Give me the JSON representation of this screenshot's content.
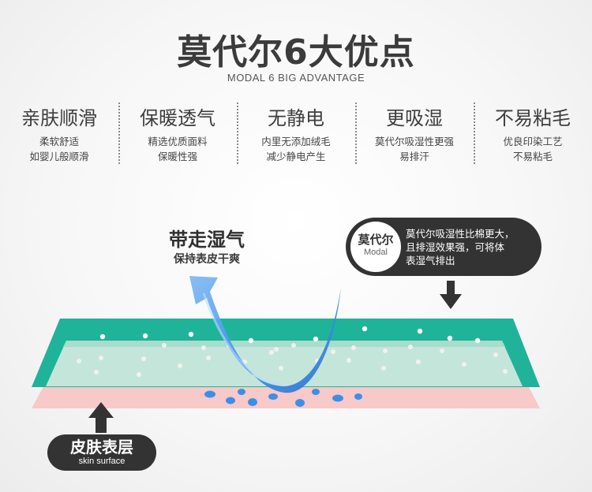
{
  "header": {
    "title": "莫代尔6大优点",
    "subtitle": "MODAL 6 BIG ADVANTAGE"
  },
  "features": [
    {
      "title": "亲肤顺滑",
      "line1": "柔软舒适",
      "line2": "如婴儿般顺滑"
    },
    {
      "title": "保暖透气",
      "line1": "精选优质面料",
      "line2": "保暖性强"
    },
    {
      "title": "无静电",
      "line1": "内里无添加绒毛",
      "line2": "减少静电产生"
    },
    {
      "title": "更吸湿",
      "line1": "莫代尔吸湿性更强",
      "line2": "易排汗"
    },
    {
      "title": "不易粘毛",
      "line1": "优良印染工艺",
      "line2": "不易粘毛"
    }
  ],
  "diagram": {
    "carry_title": "带走湿气",
    "carry_subtitle": "保持表皮干爽",
    "modal_badge": {
      "name": "莫代尔",
      "name_en": "Modal"
    },
    "modal_desc": [
      "莫代尔吸湿性比棉更大，",
      "且排湿效果强，可将体",
      "表湿气排出"
    ],
    "skin_label": "皮肤表层",
    "skin_label_en": "skin surface"
  },
  "colors": {
    "fabric_teal": "#1fb39a",
    "fabric_inner": "#bfe3d6",
    "skin_pink": "#f7c9c9",
    "arrow_blue": "#3d95e8",
    "label_dark": "#333333"
  }
}
